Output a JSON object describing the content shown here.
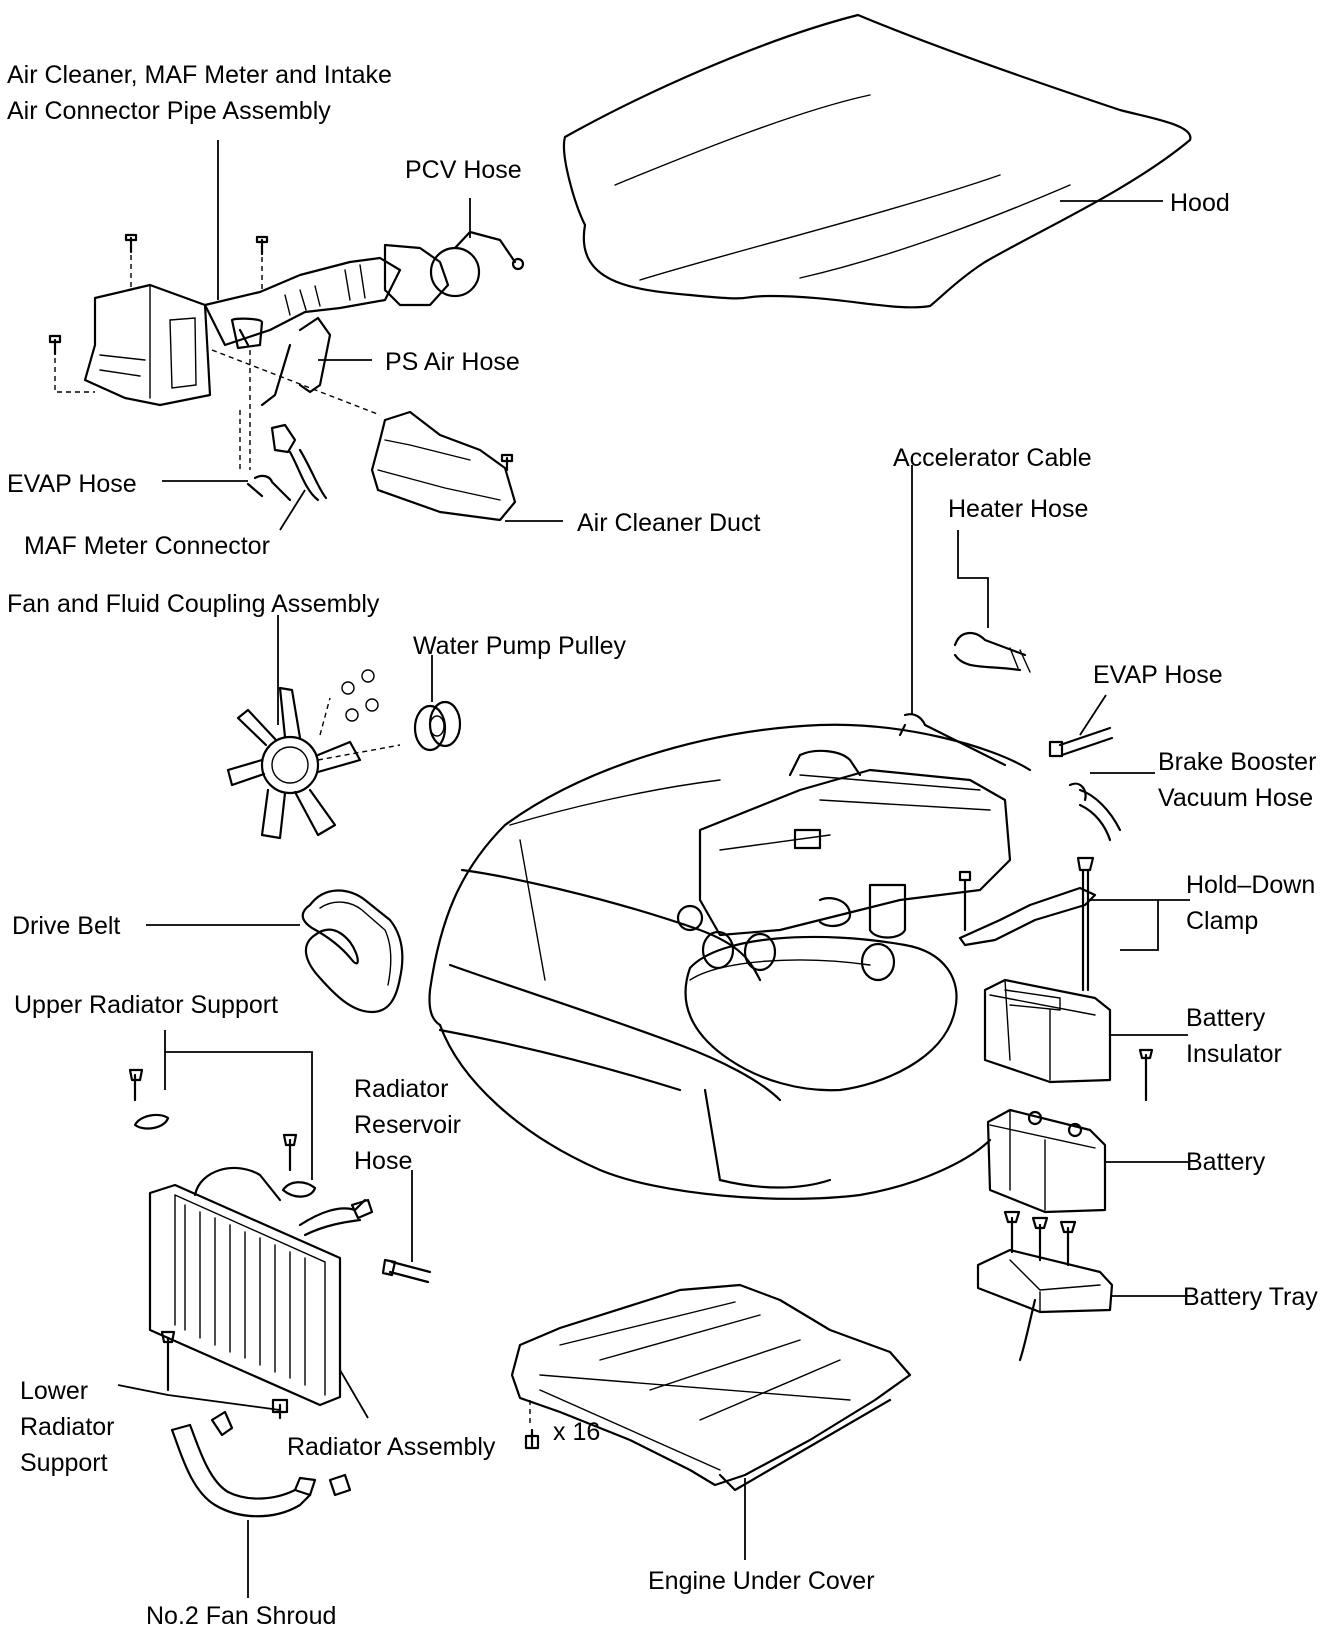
{
  "labels": {
    "air_cleaner_line1": "Air Cleaner, MAF Meter and Intake",
    "air_cleaner_line2": "Air Connector Pipe Assembly",
    "pcv_hose": "PCV Hose",
    "hood": "Hood",
    "ps_air_hose": "PS Air Hose",
    "evap_hose_left": "EVAP Hose",
    "maf_meter_connector": "MAF Meter Connector",
    "air_cleaner_duct": "Air Cleaner Duct",
    "accelerator_cable": "Accelerator Cable",
    "heater_hose": "Heater Hose",
    "fan_fluid_coupling": "Fan and Fluid Coupling Assembly",
    "water_pump_pulley": "Water Pump Pulley",
    "evap_hose_right": "EVAP Hose",
    "brake_booster_line1": "Brake Booster",
    "brake_booster_line2": "Vacuum Hose",
    "hold_down_line1": "Hold–Down",
    "hold_down_line2": "Clamp",
    "drive_belt": "Drive Belt",
    "upper_radiator_support": "Upper Radiator Support",
    "battery_insulator_line1": "Battery",
    "battery_insulator_line2": "Insulator",
    "radiator_reservoir_line1": "Radiator",
    "radiator_reservoir_line2": "Reservoir",
    "radiator_reservoir_line3": "Hose",
    "battery": "Battery",
    "battery_tray": "Battery Tray",
    "lower_radiator_line1": "Lower",
    "lower_radiator_line2": "Radiator",
    "lower_radiator_line3": "Support",
    "radiator_assembly": "Radiator Assembly",
    "clip_count": "x 16",
    "engine_under_cover": "Engine Under Cover",
    "fan_shroud": "No.2 Fan Shroud"
  }
}
